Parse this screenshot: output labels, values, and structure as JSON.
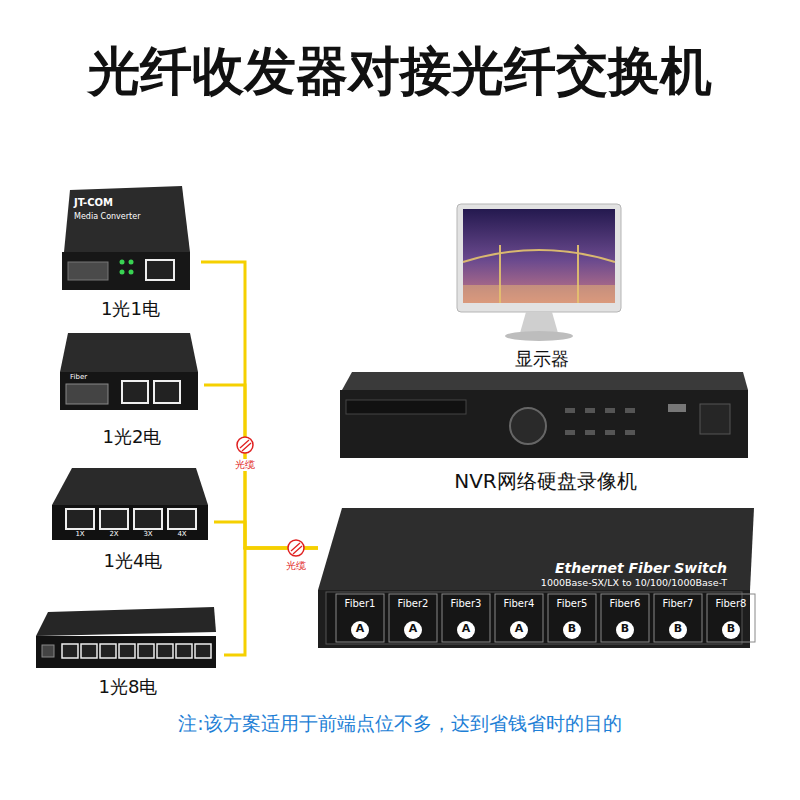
{
  "diagram": {
    "title": "光纤收发器对接光纤交换机",
    "caption": "注:该方案适用于前端点位不多，达到省钱省时的目的",
    "nodes": [
      {
        "text": [
          "1光1电"
        ]
      },
      {
        "text": [
          "1光2电"
        ]
      },
      {
        "text": [
          "1光4电"
        ]
      },
      {
        "text": [
          "1光8电"
        ]
      },
      {
        "text": [
          "显示器"
        ]
      },
      {
        "text": [
          "NVR网络硬盘录像机"
        ]
      },
      {
        "text": [
          "Ethernet Fiber Switch",
          "1000Base-SX/LX to 10/100/1000Base-T"
        ]
      }
    ],
    "edges": [
      {
        "from": 0,
        "to": 6,
        "arrow": "none"
      },
      {
        "from": 1,
        "to": 6,
        "arrow": "none"
      },
      {
        "from": 2,
        "to": 6,
        "arrow": "none"
      },
      {
        "from": 3,
        "to": 6,
        "arrow": "none"
      }
    ],
    "labels": [
      "光缆",
      "光缆",
      "JT-COM",
      "Media Converter",
      "Fiber",
      "1X",
      "2X",
      "3X",
      "4X",
      "Fiber1",
      "Fiber2",
      "Fiber3",
      "Fiber4",
      "Fiber5",
      "Fiber6",
      "Fiber7",
      "Fiber8",
      "A",
      "A",
      "A",
      "A",
      "B",
      "B",
      "B",
      "B"
    ]
  }
}
